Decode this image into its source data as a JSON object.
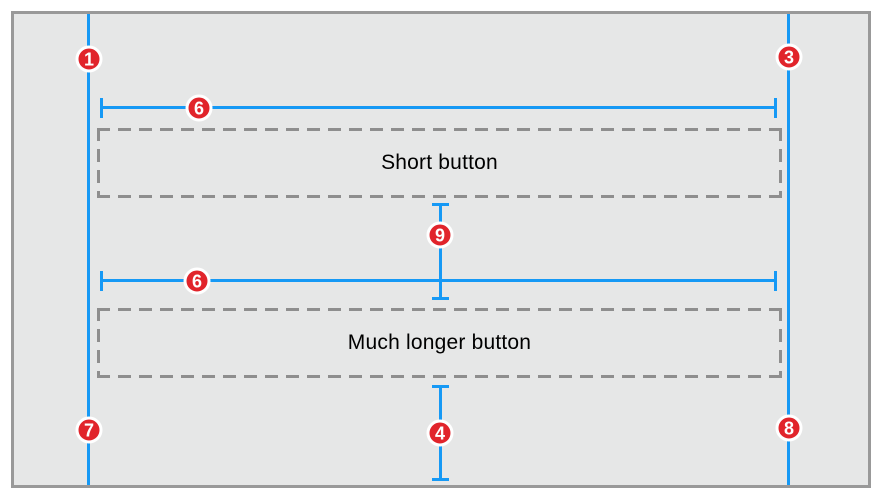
{
  "buttons": [
    {
      "label": "Short button"
    },
    {
      "label": "Much longer button"
    }
  ],
  "markers": [
    {
      "label": "1"
    },
    {
      "label": "3"
    },
    {
      "label": "6"
    },
    {
      "label": "9"
    },
    {
      "label": "6"
    },
    {
      "label": "7"
    },
    {
      "label": "4"
    },
    {
      "label": "8"
    }
  ],
  "colors": {
    "guide_blue": "#1699f5",
    "badge_red": "#e1242b",
    "canvas_bg": "#e6e7e7",
    "frame_border": "#999999",
    "dash_gray": "#8e8e8e",
    "label_text": "#000000"
  }
}
